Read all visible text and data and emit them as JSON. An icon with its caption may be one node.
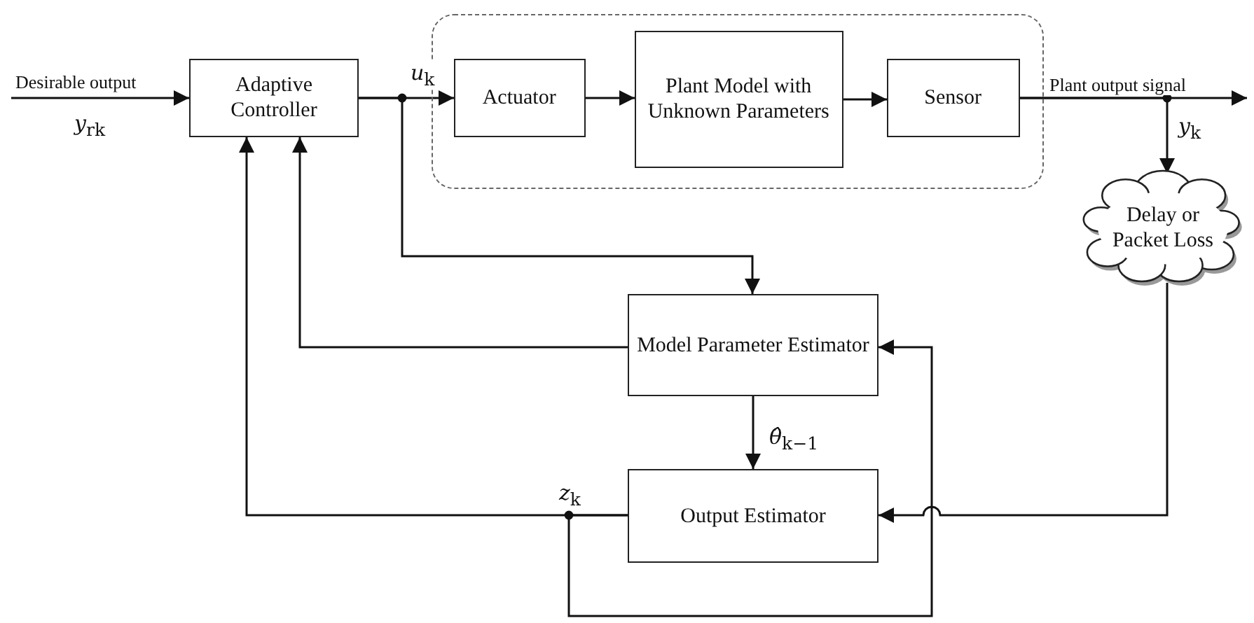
{
  "diagram": {
    "nodes": [
      {
        "text": [
          "Adaptive Controller"
        ]
      },
      {
        "text": [],
        "shape": "box"
      },
      {
        "text": [
          "Actuator"
        ],
        "in": 1
      },
      {
        "text": [
          "Plant Model with Unknown Parameters"
        ],
        "in": 1
      },
      {
        "text": [
          "Sensor"
        ],
        "in": 1
      },
      {
        "text": [
          "Delay or Packet Loss"
        ]
      },
      {
        "text": [
          "Model Parameter Estimator"
        ]
      },
      {
        "text": [
          "Output Estimator"
        ]
      }
    ],
    "edges": [
      {
        "from": null,
        "to": 0,
        "arrow": "to",
        "label": "Desirable output"
      },
      {
        "from": 0,
        "to": 2,
        "arrow": "to",
        "label": "*u*$_{k}$"
      },
      {
        "from": 0,
        "to": 6,
        "arrow": "to"
      },
      {
        "from": 2,
        "to": 3,
        "arrow": "to"
      },
      {
        "from": 3,
        "to": 4,
        "arrow": "to"
      },
      {
        "from": 4,
        "to": null,
        "arrow": "to",
        "label": "Plant output signal"
      },
      {
        "from": 4,
        "to": 5,
        "arrow": "to",
        "label": "*y*$_{k}$"
      },
      {
        "from": 5,
        "to": 7,
        "arrow": "to"
      },
      {
        "from": 7,
        "to": 0,
        "arrow": "to",
        "label": "*z*$_{k}$"
      },
      {
        "from": 7,
        "to": 6,
        "arrow": "to"
      },
      {
        "from": 6,
        "to": 0,
        "arrow": "to"
      },
      {
        "from": 6,
        "to": 7,
        "arrow": "to",
        "label": "*θ̂*$_{k−1}$"
      }
    ],
    "labels": [
      "*y*$_{rk}$"
    ]
  }
}
